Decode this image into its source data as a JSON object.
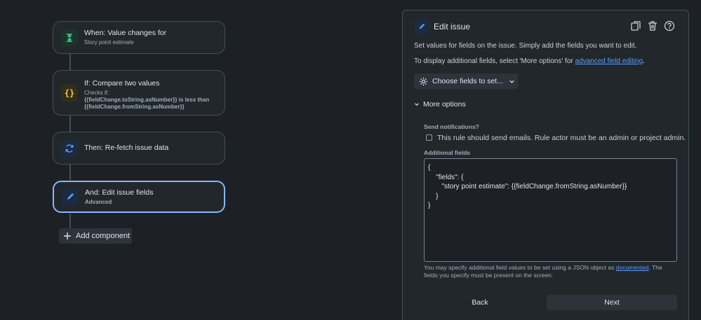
{
  "flow": {
    "nodes": [
      {
        "title": "When: Value changes for",
        "subtitle": "Story point estimate",
        "icon": "trigger-icon",
        "color": "#1c3329"
      },
      {
        "title": "If: Compare two values",
        "subtitle_prefix": "Checks if:",
        "subtitle": "{{fieldChange.toString.asNumber}} is less than {{fieldChange.fromString.asNumber}}",
        "icon": "braces-icon",
        "color": "#332e1b"
      },
      {
        "title": "Then: Re-fetch issue data",
        "icon": "refresh-icon",
        "color": "#1c2b41"
      },
      {
        "title": "And: Edit issue fields",
        "subtitle": "Advanced",
        "icon": "pencil-icon",
        "color": "#1c2b41"
      }
    ],
    "add_component": "Add component"
  },
  "panel": {
    "title": "Edit issue",
    "description": "Set values for fields on the issue. Simply add the fields you want to edit.",
    "more_info_prefix": "To display additional fields, select 'More options' for ",
    "more_info_link": "advanced field editing",
    "more_info_suffix": ".",
    "choose_fields": "Choose fields to set...",
    "more_options": "More options",
    "send_notifications_label": "Send notifications?",
    "send_notifications_text": "This rule should send emails. Rule actor must be an admin or project admin.",
    "additional_fields_label": "Additional fields",
    "additional_fields_value": "{\n    \"fields\": {\n       \"story point estimate\": {{fieldChange.fromString.asNumber}}\n    }\n}",
    "help_prefix": "You may specify additional field values to be set using a JSON object as ",
    "help_link": "documented",
    "help_suffix": ". The fields you specify must be present on the screen.",
    "back": "Back",
    "next": "Next"
  },
  "colors": {
    "accent": "#579dff",
    "selected_border": "#85b8ff"
  }
}
